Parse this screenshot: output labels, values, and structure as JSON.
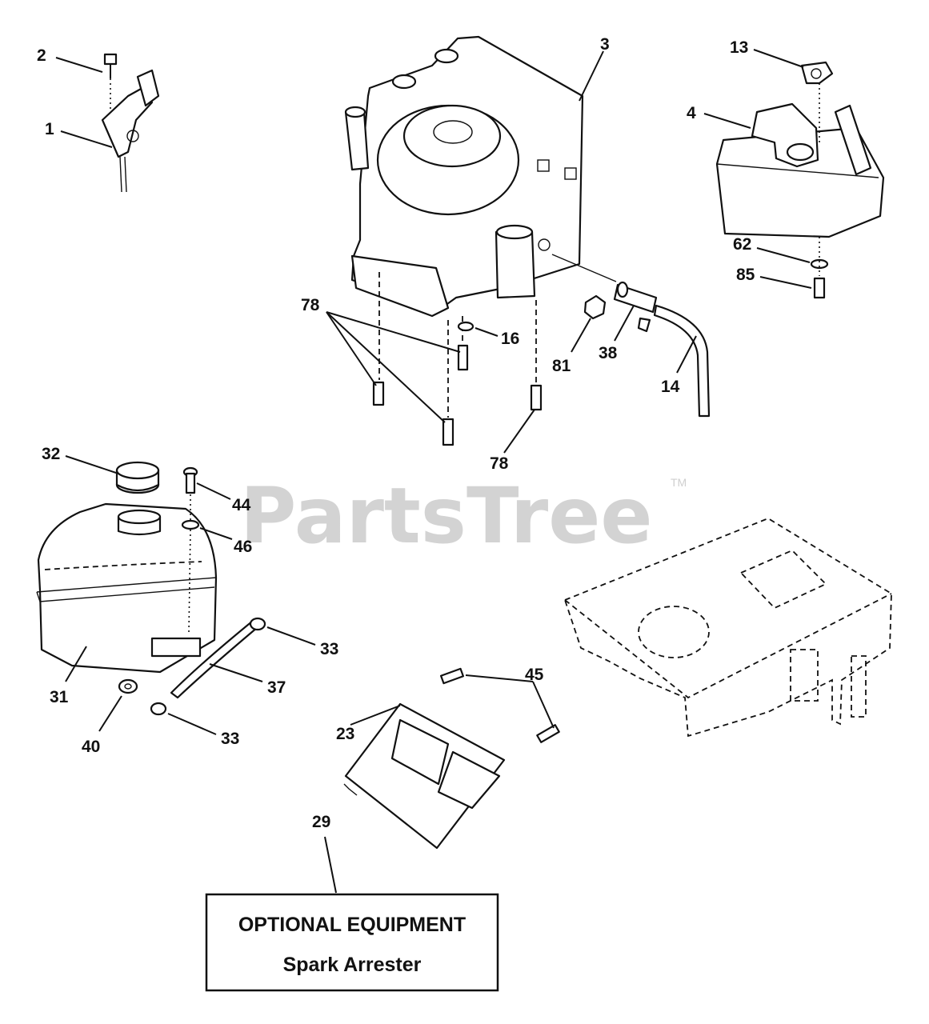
{
  "watermark": {
    "brand": "PartsTree",
    "trademark": "TM"
  },
  "callouts": {
    "c1": "1",
    "c2": "2",
    "c3": "3",
    "c4": "4",
    "c13": "13",
    "c14": "14",
    "c16": "16",
    "c23": "23",
    "c29": "29",
    "c31": "31",
    "c32": "32",
    "c33a": "33",
    "c33b": "33",
    "c37": "37",
    "c38": "38",
    "c40": "40",
    "c44": "44",
    "c45": "45",
    "c46": "46",
    "c62": "62",
    "c78a": "78",
    "c78b": "78",
    "c81": "81",
    "c85": "85"
  },
  "optional_box": {
    "title": "OPTIONAL EQUIPMENT",
    "subtitle": "Spark Arrester"
  }
}
